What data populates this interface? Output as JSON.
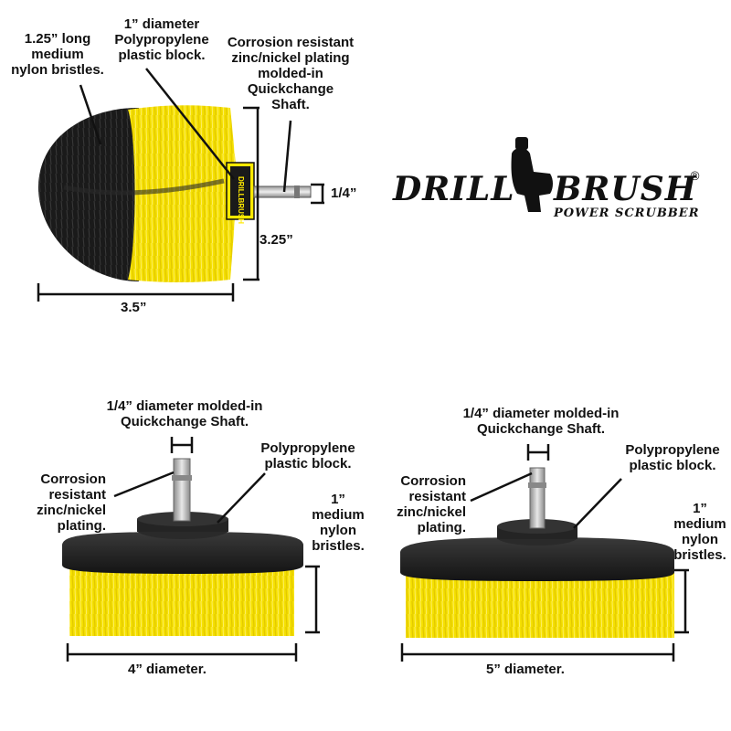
{
  "top_brush": {
    "label_bristles": "1.25” long\nmedium\nnylon bristles.",
    "label_block": "1” diameter\nPolypropylene\nplastic block.",
    "label_shaft": "Corrosion resistant\nzinc/nickel plating\nmolded-in\nQuickchange\nShaft.",
    "dim_shaft": "1/4”",
    "dim_height": "3.25”",
    "dim_width": "3.5”",
    "block_print": "DRILLBRUSH",
    "bristle_colors": {
      "black": "#1a1a1a",
      "yellow": "#f5e000"
    }
  },
  "logo": {
    "word_left": "DRILL",
    "word_right": "BRUSH",
    "registered": "®",
    "tagline": "POWER SCRUBBER"
  },
  "brush_4in": {
    "label_shaft": "1/4” diameter molded-in\nQuickchange Shaft.",
    "label_block": "Polypropylene\nplastic block.",
    "label_plating": "Corrosion\nresistant\nzinc/nickel\nplating.",
    "label_bristles": "1”\nmedium\nnylon\nbristles.",
    "dim_diameter": "4” diameter."
  },
  "brush_5in": {
    "label_shaft": "1/4” diameter molded-in\nQuickchange Shaft.",
    "label_block": "Polypropylene\nplastic block.",
    "label_plating": "Corrosion\nresistant\nzinc/nickel\nplating.",
    "label_bristles": "1”\nmedium\nnylon\nbristles.",
    "dim_diameter": "5” diameter."
  }
}
